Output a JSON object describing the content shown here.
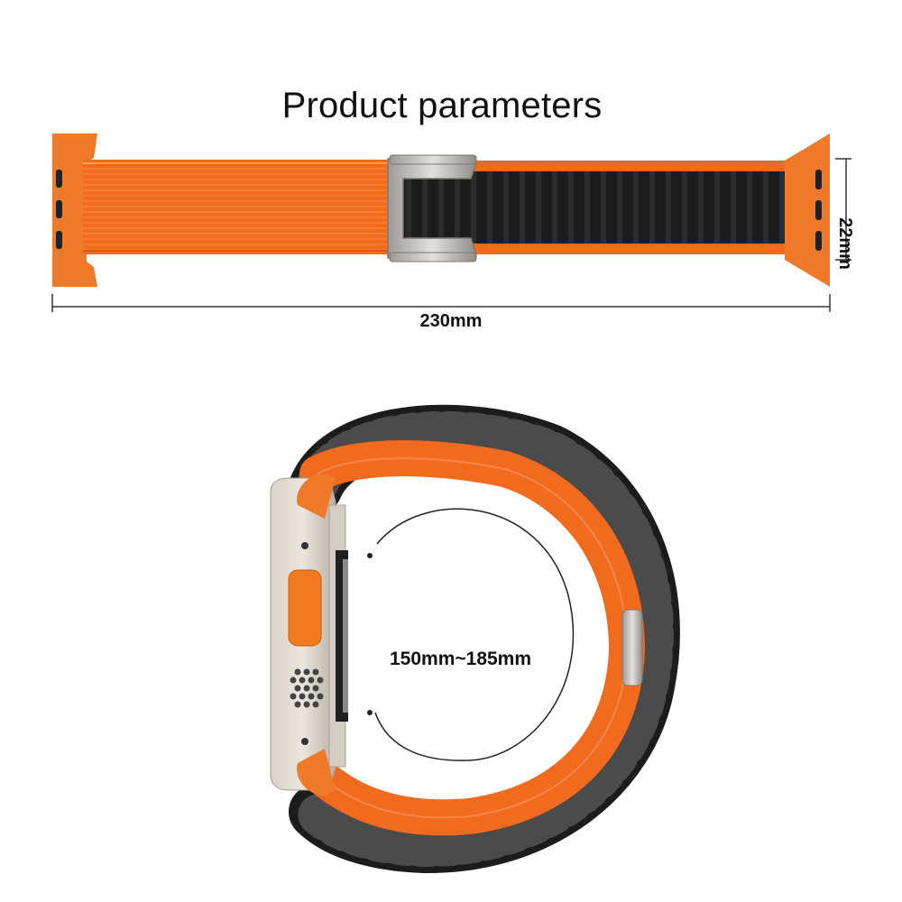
{
  "title": "Product parameters",
  "dimensions": {
    "length": "230mm",
    "width": "22mm",
    "circumference": "150mm~185mm"
  },
  "colors": {
    "band_orange": "#f26a1e",
    "band_black": "#1c1c1c",
    "connector_orange": "#ee7a2a",
    "buckle_titanium": "#b9b7b2",
    "watch_case": "#c9c3b8"
  }
}
